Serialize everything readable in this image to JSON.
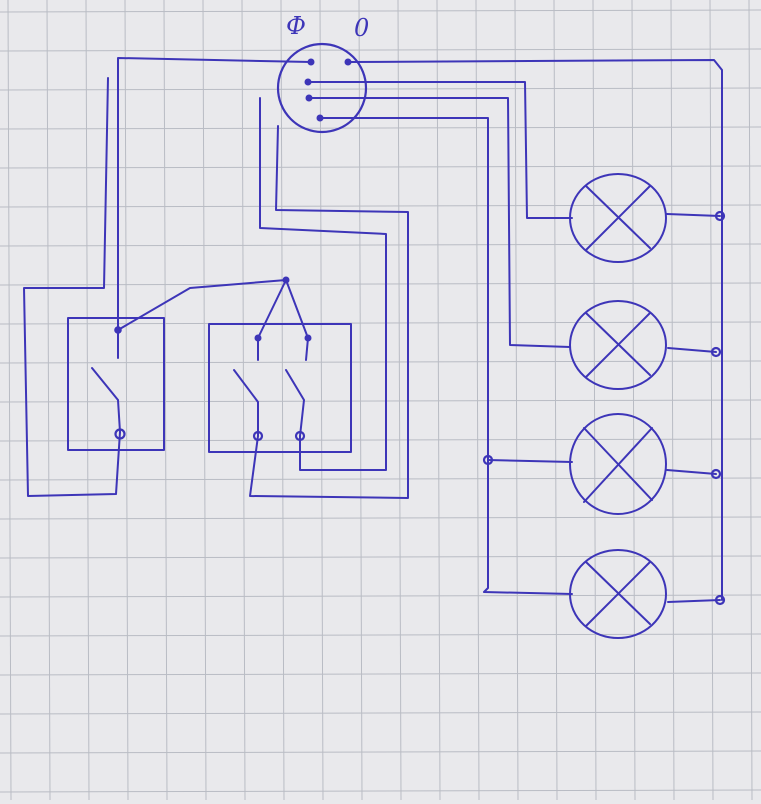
{
  "colors": {
    "paper": "#e9e9ec",
    "grid": "#b9bcc4",
    "ink": "#3d35b8"
  },
  "junction_box": {
    "phase_label": "Ф",
    "neutral_label": "0"
  },
  "lamps": [
    {
      "name": "lamp-1"
    },
    {
      "name": "lamp-2"
    },
    {
      "name": "lamp-3"
    },
    {
      "name": "lamp-4"
    }
  ],
  "switches": [
    {
      "name": "single-switch",
      "keys": 1
    },
    {
      "name": "double-switch",
      "keys": 2
    }
  ]
}
